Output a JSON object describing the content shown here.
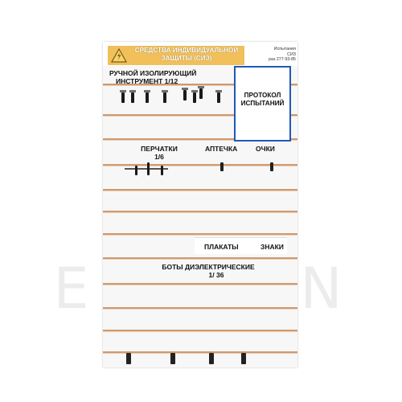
{
  "header": {
    "title_line1": "СРЕДСТВА ИНДИВИДУАЛЬНОЙ",
    "title_line2": "ЗАЩИТЫ (СИЗ)",
    "right_line1": "Испытания",
    "right_line2": "СИЗ",
    "right_line3": "раз 277-93-85",
    "accent_color": "#f1c05a"
  },
  "sections": {
    "tools_line1": "РУЧНОЙ ИЗОЛИРУЮЩИЙ",
    "tools_line2": "ИНСТРУМЕНТ 1/12",
    "protocol_line1": "ПРОТОКОЛ",
    "protocol_line2": "ИСПЫТАНИЙ",
    "gloves_line1": "ПЕРЧАТКИ",
    "gloves_line2": "1/6",
    "first_aid": "АПТЕЧКА",
    "glasses": "ОЧКИ",
    "posters": "ПЛАКАТЫ",
    "signs": "ЗНАКИ",
    "boots_line1": "БОТЫ ДИЭЛЕКТРИЧЕСКИЕ",
    "boots_line2": "1/ 36"
  },
  "colors": {
    "slat": "#c98a5a",
    "protocol_border": "#1f58b8"
  },
  "icons": {
    "header": "warning-triangle-icon"
  },
  "watermark": "ELLEVIN"
}
